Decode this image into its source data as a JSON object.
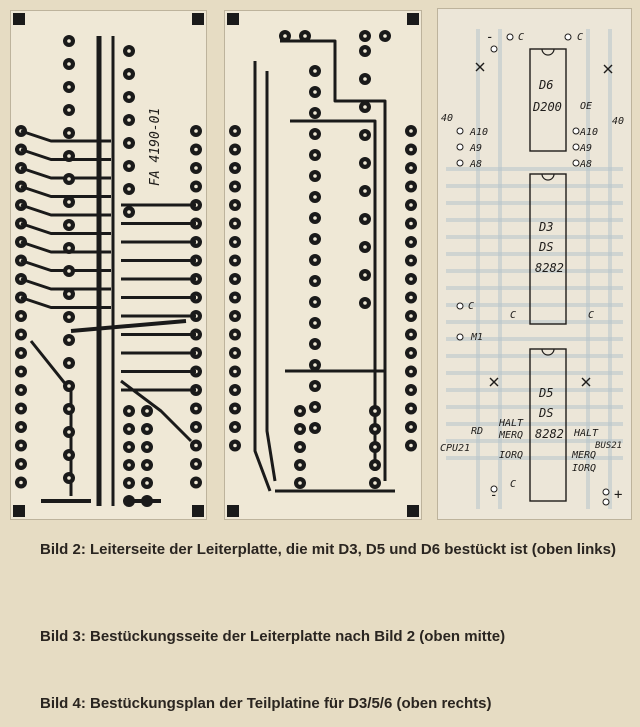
{
  "figures": {
    "bild2": {
      "board_label": "FA 4190-01"
    },
    "bild4": {
      "chips": [
        {
          "ref": "D6",
          "type": "D200"
        },
        {
          "ref": "D3",
          "type": "DS",
          "type2": "8282"
        },
        {
          "ref": "D5",
          "type": "DS",
          "type2": "8282"
        }
      ],
      "labels": {
        "minus_top": "-",
        "c_top_left": "C",
        "c_top_right": "C",
        "oe": "OE",
        "num_left": "40",
        "num_right": "40",
        "a10_left": "A10",
        "a9_left": "A9",
        "a8_left": "A8",
        "a10_right": "A10",
        "a9_right": "A9",
        "a8_right": "A8",
        "c_mid_left": "C",
        "c_mid_chip_left": "C",
        "c_mid_chip_right": "C",
        "m1": "M1",
        "halt_left": "HALT",
        "merq_left": "MERQ",
        "iorq_left": "IORQ",
        "rd": "RD",
        "cpu21": "CPU21",
        "halt_right": "HALT",
        "bus21": "BUS21",
        "merq_right": "MERQ",
        "iorq_right": "IORQ",
        "minus_bottom": "-",
        "c_bottom": "C",
        "plus_bottom": "+"
      }
    }
  },
  "captions": [
    "Bild 2: Leiterseite der Leiterplatte, die mit D3, D5 und D6 bestückt ist (oben links)",
    "Bild 3: Bestückungsseite der Leiterplatte nach Bild 2 (oben mitte)",
    "Bild 4: Bestückungsplan der Teilplatine für D3/5/6 (oben rechts)"
  ],
  "colors": {
    "paper": "#e6dcc3",
    "copper": "#1a1a1a",
    "silkscreen_board": "#ece6d8",
    "ghost_traces": "#b9c7cc"
  }
}
